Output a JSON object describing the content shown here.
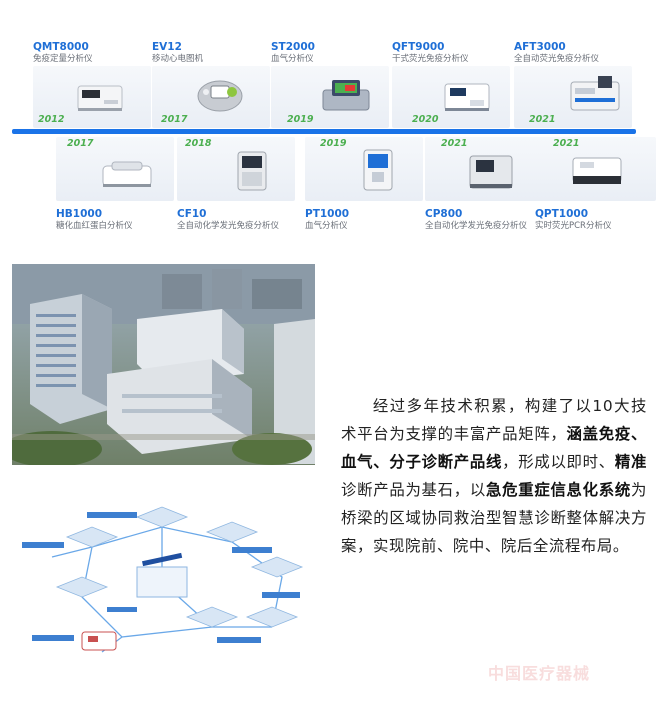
{
  "timeline": {
    "upper": [
      {
        "model": "QMT8000",
        "desc": "免疫定量分析仪",
        "year": "2012"
      },
      {
        "model": "EV12",
        "desc": "移动心电图机",
        "year": "2017"
      },
      {
        "model": "ST2000",
        "desc": "血气分析仪",
        "year": "2019"
      },
      {
        "model": "QFT9000",
        "desc": "干式荧光免疫分析仪",
        "year": "2020"
      },
      {
        "model": "AFT3000",
        "desc": "全自动荧光免疫分析仪",
        "year": "2021"
      }
    ],
    "lower": [
      {
        "model": "HB1000",
        "desc": "糖化血红蛋白分析仪",
        "year": "2017"
      },
      {
        "model": "CF10",
        "desc": "全自动化学发光免疫分析仪",
        "year": "2018"
      },
      {
        "model": "PT1000",
        "desc": "血气分析仪",
        "year": "2019"
      },
      {
        "model": "CP800",
        "desc": "全自动化学发光免疫分析仪",
        "year": "2021"
      },
      {
        "model": "QPT1000",
        "desc": "实时荧光PCR分析仪",
        "year": "2021"
      }
    ]
  },
  "paragraph": {
    "p1": "经过多年技术积累，构建了以10大技术平台为支撑的丰富产品矩阵，",
    "b1": "涵盖免疫、血气、分子诊断产品线",
    "p2": "，形成以即时、",
    "b2": "精准",
    "p3": "诊断产品为基石，以",
    "b3": "急危重症信息化系统",
    "p4": "为桥梁的区域协同救治型智慧诊断整体解决方案，实现院前、院中、院后全流程布局。"
  },
  "watermark": "中国医疗器械"
}
